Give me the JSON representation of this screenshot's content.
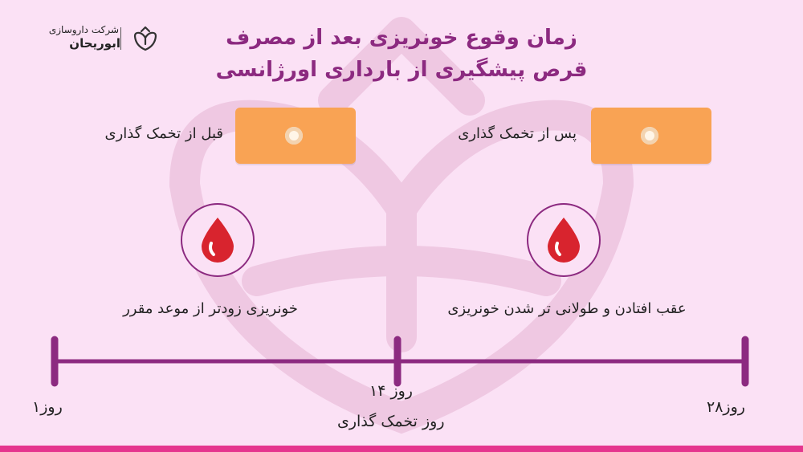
{
  "title_line1": "زمان وقوع خونریزی بعد از مصرف",
  "title_line2": "قرص پیشگیری از بارداری اورژانسی",
  "logo": {
    "line1": "شرکت داروسازی",
    "line2": "ابوریحان"
  },
  "left": {
    "label": "قبل از تخمک گذاری",
    "description": "خونریزی زودتر از موعد مقرر"
  },
  "right": {
    "label": "پس از تخمک گذاری",
    "description": "عقب افتادن و طولانی تر شدن خونریزی"
  },
  "timeline": {
    "day1": "روز۱",
    "day14": "روز ۱۴",
    "day14_note": "روز تخمک گذاری",
    "day28": "روز۲۸"
  },
  "colors": {
    "accent": "#8c2a80",
    "pill": "#f9a354",
    "drop": "#d8242e",
    "bar": "#e5358e"
  },
  "icons": [
    "drop-icon",
    "pill-icon",
    "logo-icon"
  ]
}
